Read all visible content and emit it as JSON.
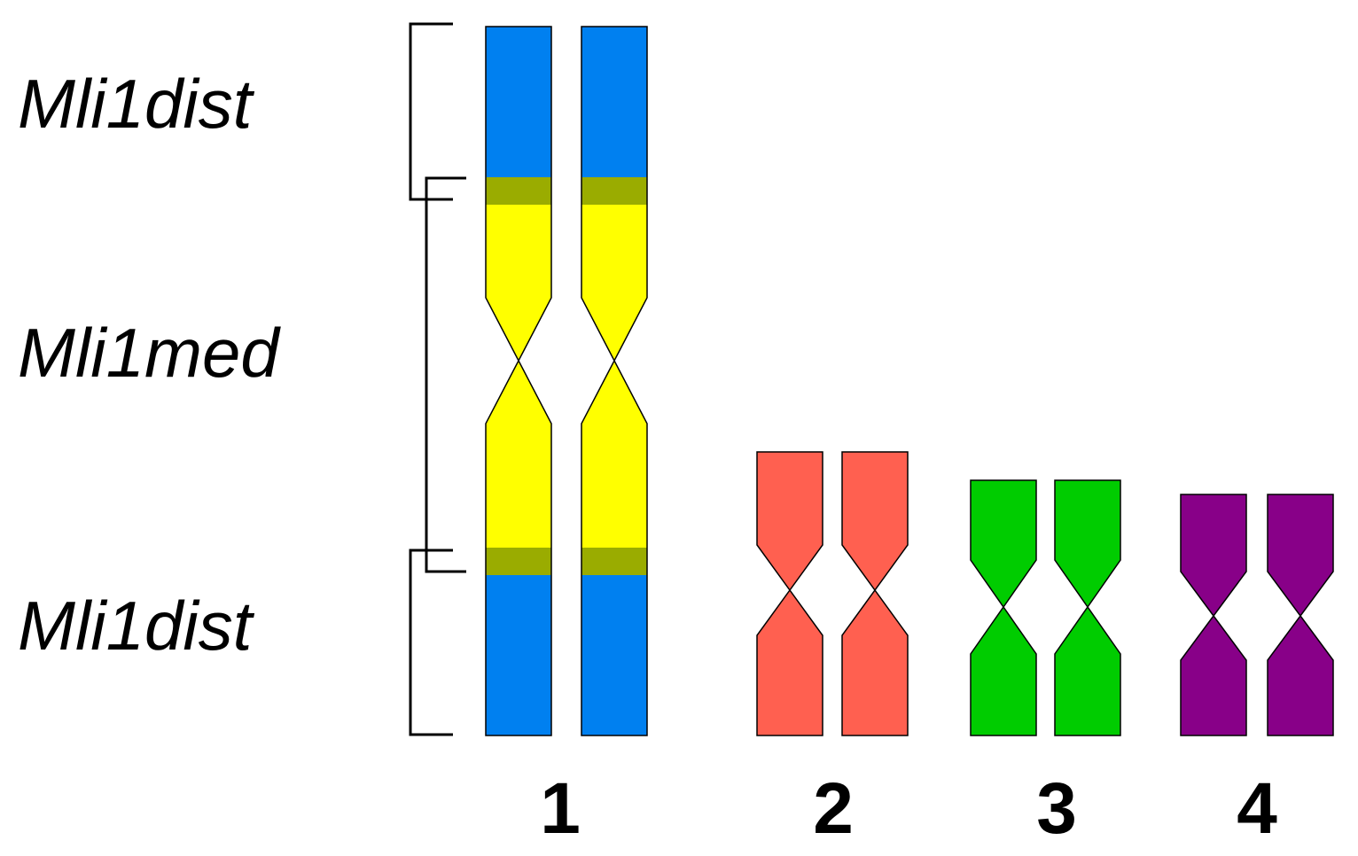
{
  "labels": {
    "region_top": "Mli1dist",
    "region_middle": "Mli1med",
    "region_bottom": "Mli1dist"
  },
  "chromosomes": [
    {
      "number": "1"
    },
    {
      "number": "2"
    },
    {
      "number": "3"
    },
    {
      "number": "4"
    }
  ],
  "colors": {
    "distal": "#0080f0",
    "median": "#ffff00",
    "boundary_band": "#9aac00",
    "chromosome_2": "#ff6050",
    "chromosome_3": "#00cc00",
    "chromosome_4": "#880088",
    "outline": "#000000"
  }
}
